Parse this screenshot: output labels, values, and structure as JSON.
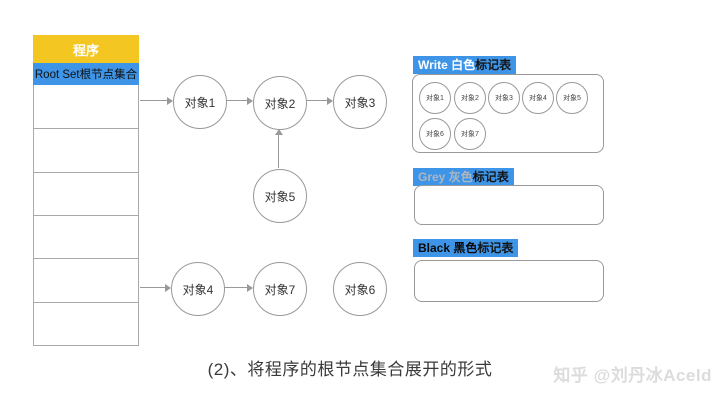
{
  "table": {
    "header": "程序",
    "root_set_label": "Root Set根节点集合"
  },
  "graph": {
    "nodes": {
      "obj1": "对象1",
      "obj2": "对象2",
      "obj3": "对象3",
      "obj4": "对象4",
      "obj5": "对象5",
      "obj6": "对象6",
      "obj7": "对象7"
    }
  },
  "panels": {
    "white": {
      "label_main": "Write 白色",
      "label_suffix": "标记表",
      "items": [
        "对象1",
        "对象2",
        "对象3",
        "对象4",
        "对象5",
        "对象6",
        "对象7"
      ]
    },
    "grey": {
      "label_main": "Grey 灰色",
      "label_suffix": "标记表",
      "items": []
    },
    "black": {
      "label_main": "Black 黑色",
      "label_suffix": "标记表",
      "items": []
    }
  },
  "caption": "(2)、将程序的根节点集合展开的形式",
  "watermark": "知乎 @刘丹冰Aceld",
  "colors": {
    "badge_blue": "#3E95E7",
    "header_yellow": "#F4C621",
    "grey_label_text": "#AEB6BF",
    "line_grey": "#999999"
  }
}
